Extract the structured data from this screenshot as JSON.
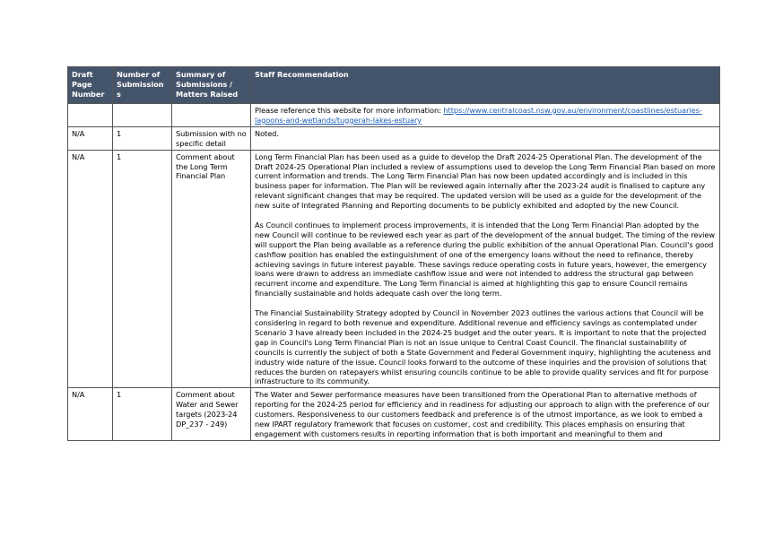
{
  "table": {
    "headers": [
      "Draft Page Number",
      "Number of Submissions",
      "Summary of Submissions / Matters Raised",
      "Staff Recommendation"
    ],
    "rows": [
      {
        "page": "",
        "count": "",
        "summary": "",
        "rec_prefix": "Please reference this website for more information: ",
        "rec_link": "https://www.centralcoast.nsw.gov.au/environment/coastlines/estuaries-lagoons-and-wetlands/tuggerah-lakes-estuary"
      },
      {
        "page": "N/A",
        "count": "1",
        "summary": "Submission with no specific detail",
        "rec": "Noted."
      },
      {
        "page": "N/A",
        "count": "1",
        "summary": "Comment about the Long Term Financial Plan",
        "rec_paragraphs": [
          "Long Term Financial Plan has been used as a guide to develop the Draft 2024-25 Operational Plan. The development of the Draft 2024-25 Operational Plan included a review of assumptions used to develop the Long Term Financial Plan based on more current information and trends. The Long Term Financial Plan has now been updated accordingly and is included in this business paper for information. The Plan will be reviewed again internally after the 2023-24 audit is finalised to capture any relevant significant changes that may be required. The updated version will be used as a guide for the development of the new suite of Integrated Planning and Reporting documents to be publicly exhibited and adopted by the new Council.",
          "As Council continues to implement process improvements, it is intended that the Long Term Financial Plan adopted by the new Council will continue to be reviewed each year as part of the development of the annual budget. The timing of the review will support the Plan being available as a reference during the public exhibition of the annual Operational Plan. Council's good cashflow position has enabled the extinguishment of one of the emergency loans without the need to refinance, thereby achieving savings in future interest payable. These savings reduce operating costs in future years, however, the emergency loans were drawn to address an immediate cashflow issue and were not intended to address the structural gap between recurrent income and expenditure. The Long Term Financial is aimed at highlighting this gap to ensure Council remains financially sustainable and holds adequate cash over the long term.",
          "The Financial Sustainability Strategy adopted by Council in November 2023 outlines the various actions that Council will be considering in regard to both revenue and expenditure. Additional revenue and efficiency savings as contemplated under Scenario 3 have already been included in the 2024-25 budget and the outer years. It is important to note that the projected gap in Council's Long Term Financial Plan is not an issue unique to Central Coast Council. The financial sustainability of councils is currently the subject of both a State Government and Federal Government inquiry, highlighting the acuteness and industry wide nature of the issue. Council looks forward to the outcome of these inquiries and the provision of solutions that reduces the burden on ratepayers whilst ensuring councils continue to be able to provide quality services and fit for purpose infrastructure to its community."
        ]
      },
      {
        "page": "N/A",
        "count": "1",
        "summary": "Comment about Water and Sewer targets (2023-24 DP_237 - 249)",
        "rec": "The Water and Sewer performance measures have been transitioned from the Operational Plan to alternative methods of reporting for the 2024-25 period for efficiency and in readiness for adjusting our approach to align with the preference of our customers. Responsiveness to our customers feedback and preference is of the utmost importance, as we look to embed a new IPART regulatory framework that focuses on customer, cost and credibility. This places emphasis on ensuring that engagement with customers results in reporting information that is both important and meaningful to them and"
      }
    ]
  }
}
